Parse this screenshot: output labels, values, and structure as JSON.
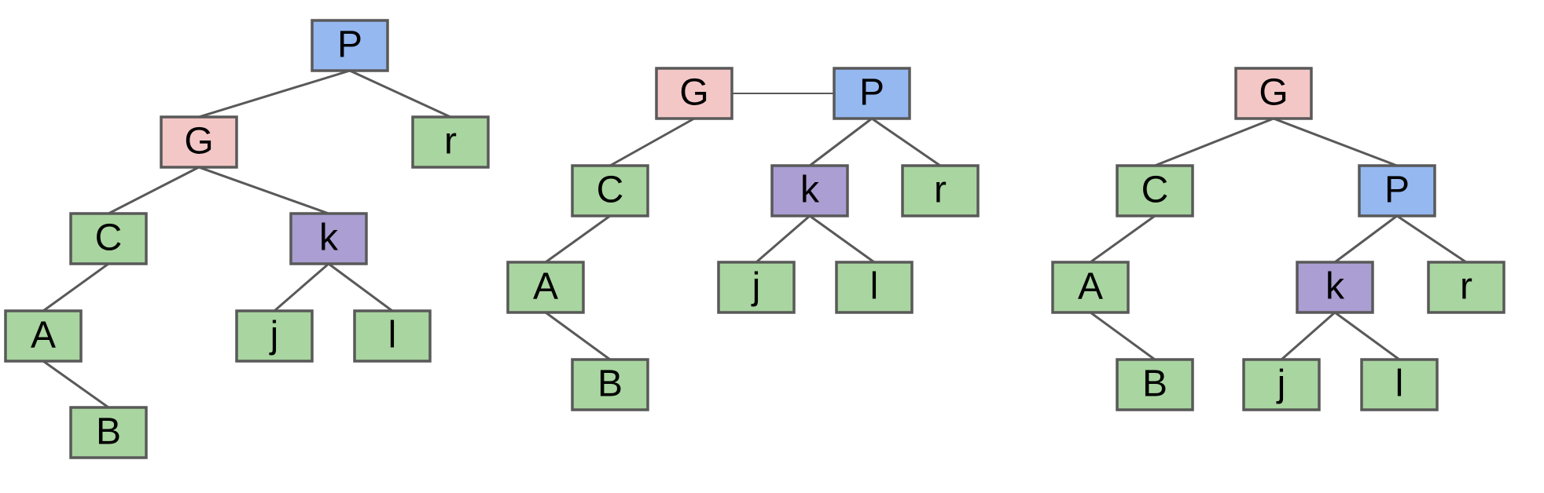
{
  "palette": {
    "blue": "#95b8f0",
    "red": "#f4c7c7",
    "green": "#a9d5a0",
    "purple": "#ab9ed2",
    "stroke": "#595959",
    "text": "#000000"
  },
  "trees": [
    {
      "id": "left-tree",
      "nodes": [
        {
          "id": "P",
          "label": "P",
          "color": "blue"
        },
        {
          "id": "G",
          "label": "G",
          "color": "red"
        },
        {
          "id": "r",
          "label": "r",
          "color": "green"
        },
        {
          "id": "C",
          "label": "C",
          "color": "green"
        },
        {
          "id": "k",
          "label": "k",
          "color": "purple"
        },
        {
          "id": "A",
          "label": "A",
          "color": "green"
        },
        {
          "id": "j",
          "label": "j",
          "color": "green"
        },
        {
          "id": "l",
          "label": "l",
          "color": "green"
        },
        {
          "id": "B",
          "label": "B",
          "color": "green"
        }
      ],
      "edges": [
        [
          "P",
          "G"
        ],
        [
          "P",
          "r"
        ],
        [
          "G",
          "C"
        ],
        [
          "G",
          "k"
        ],
        [
          "C",
          "A"
        ],
        [
          "k",
          "j"
        ],
        [
          "k",
          "l"
        ],
        [
          "A",
          "B"
        ]
      ]
    },
    {
      "id": "middle-tree",
      "nodes": [
        {
          "id": "G",
          "label": "G",
          "color": "red"
        },
        {
          "id": "P",
          "label": "P",
          "color": "blue"
        },
        {
          "id": "C",
          "label": "C",
          "color": "green"
        },
        {
          "id": "k",
          "label": "k",
          "color": "purple"
        },
        {
          "id": "r",
          "label": "r",
          "color": "green"
        },
        {
          "id": "A",
          "label": "A",
          "color": "green"
        },
        {
          "id": "j",
          "label": "j",
          "color": "green"
        },
        {
          "id": "l",
          "label": "l",
          "color": "green"
        },
        {
          "id": "B",
          "label": "B",
          "color": "green"
        }
      ],
      "edges": [
        [
          "G",
          "C"
        ],
        [
          "C",
          "A"
        ],
        [
          "A",
          "B"
        ],
        [
          "P",
          "k"
        ],
        [
          "P",
          "r"
        ],
        [
          "k",
          "j"
        ],
        [
          "k",
          "l"
        ]
      ],
      "links": [
        [
          "G",
          "P"
        ]
      ]
    },
    {
      "id": "right-tree",
      "nodes": [
        {
          "id": "G",
          "label": "G",
          "color": "red"
        },
        {
          "id": "C",
          "label": "C",
          "color": "green"
        },
        {
          "id": "P",
          "label": "P",
          "color": "blue"
        },
        {
          "id": "A",
          "label": "A",
          "color": "green"
        },
        {
          "id": "k",
          "label": "k",
          "color": "purple"
        },
        {
          "id": "r",
          "label": "r",
          "color": "green"
        },
        {
          "id": "B",
          "label": "B",
          "color": "green"
        },
        {
          "id": "j",
          "label": "j",
          "color": "green"
        },
        {
          "id": "l",
          "label": "l",
          "color": "green"
        }
      ],
      "edges": [
        [
          "G",
          "C"
        ],
        [
          "G",
          "P"
        ],
        [
          "C",
          "A"
        ],
        [
          "A",
          "B"
        ],
        [
          "P",
          "k"
        ],
        [
          "P",
          "r"
        ],
        [
          "k",
          "j"
        ],
        [
          "k",
          "l"
        ]
      ]
    }
  ]
}
